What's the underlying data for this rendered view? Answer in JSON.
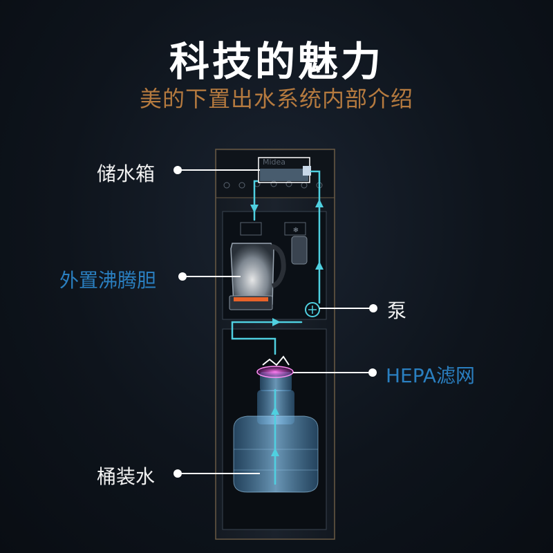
{
  "header": {
    "title": "科技的魅力",
    "subtitle": "美的下置出水系统内部介绍"
  },
  "labels": {
    "water_tank": "储水箱",
    "kettle": "外置沸腾胆",
    "pump": "泵",
    "filter": "HEPA滤网",
    "bottled_water": "桶装水"
  },
  "machine": {
    "brand": "Midea"
  },
  "colors": {
    "background": "#0e141c",
    "subtitle": "#b57a3f",
    "accent_blue": "#2a7fc0",
    "flow_line": "#4fd0e0",
    "filter_glow": "#d84ad0"
  }
}
